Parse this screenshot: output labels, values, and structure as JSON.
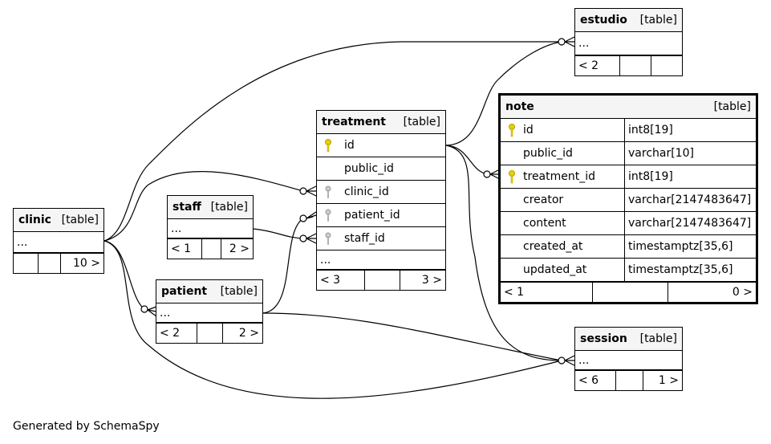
{
  "tables": {
    "estudio": {
      "name": "estudio",
      "kind": "[table]",
      "rows": [
        "..."
      ],
      "foot": [
        "< 2",
        "",
        ""
      ]
    },
    "note": {
      "name": "note",
      "kind": "[table]",
      "columns": [
        {
          "name": "id",
          "type": "int8[19]",
          "key": "primary"
        },
        {
          "name": "public_id",
          "type": "varchar[10]",
          "key": ""
        },
        {
          "name": "treatment_id",
          "type": "int8[19]",
          "key": "primary"
        },
        {
          "name": "creator",
          "type": "varchar[2147483647]",
          "key": ""
        },
        {
          "name": "content",
          "type": "varchar[2147483647]",
          "key": ""
        },
        {
          "name": "created_at",
          "type": "timestamptz[35,6]",
          "key": ""
        },
        {
          "name": "updated_at",
          "type": "timestamptz[35,6]",
          "key": ""
        }
      ],
      "foot": [
        "< 1",
        "",
        "0 >"
      ]
    },
    "treatment": {
      "name": "treatment",
      "kind": "[table]",
      "columns": [
        {
          "name": "id",
          "key": "primary"
        },
        {
          "name": "public_id",
          "key": ""
        },
        {
          "name": "clinic_id",
          "key": "foreign"
        },
        {
          "name": "patient_id",
          "key": "foreign"
        },
        {
          "name": "staff_id",
          "key": "foreign"
        }
      ],
      "ellipsis": "...",
      "foot": [
        "< 3",
        "",
        "3 >"
      ]
    },
    "clinic": {
      "name": "clinic",
      "kind": "[table]",
      "rows": [
        "..."
      ],
      "foot": [
        "",
        "",
        "10 >"
      ]
    },
    "staff": {
      "name": "staff",
      "kind": "[table]",
      "rows": [
        "..."
      ],
      "foot": [
        "< 1",
        "",
        "2 >"
      ]
    },
    "patient": {
      "name": "patient",
      "kind": "[table]",
      "rows": [
        "..."
      ],
      "foot": [
        "< 2",
        "",
        "2 >"
      ]
    },
    "session": {
      "name": "session",
      "kind": "[table]",
      "rows": [
        "..."
      ],
      "foot": [
        "< 6",
        "",
        "1 >"
      ]
    }
  },
  "caption": "Generated by SchemaSpy",
  "colors": {
    "primary_key": "#e6d000",
    "foreign_key": "#aaaaaa",
    "header_bg": "#f5f5f5"
  }
}
